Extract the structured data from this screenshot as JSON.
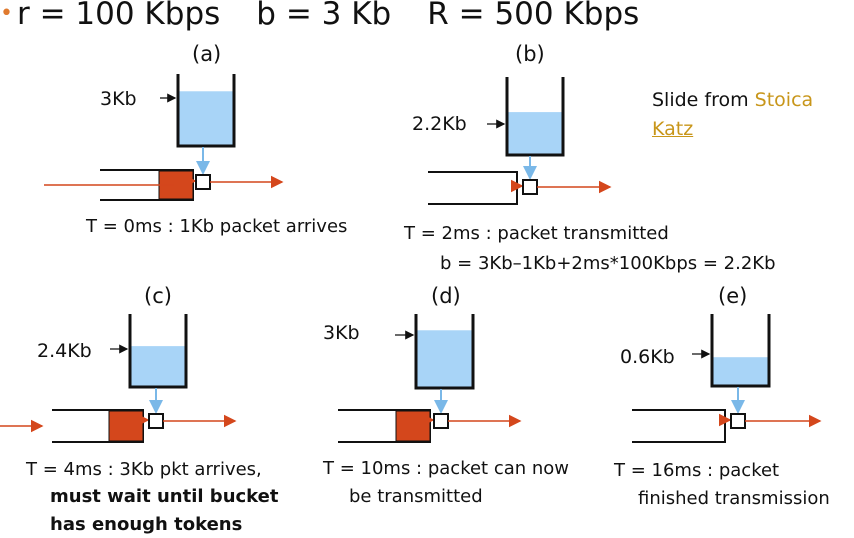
{
  "header": {
    "bullet": "•",
    "r": "r = 100 Kbps",
    "b": "b = 3 Kb",
    "R": "R = 500 Kbps"
  },
  "credit": {
    "prefix": "Slide from ",
    "author1": "Stoica",
    "author2": "Katz"
  },
  "panels": [
    {
      "label": "(a)",
      "level_label": "3Kb",
      "fill_fraction": 0.76,
      "packet_in_queue": true,
      "caption": [
        "T = 0ms : 1Kb packet arrives"
      ]
    },
    {
      "label": "(b)",
      "level_label": "2.2Kb",
      "fill_fraction": 0.55,
      "packet_in_queue": false,
      "caption": [
        "T = 2ms : packet transmitted",
        "b = 3Kb–1Kb+2ms*100Kbps = 2.2Kb"
      ]
    },
    {
      "label": "(c)",
      "level_label": "2.4Kb",
      "fill_fraction": 0.56,
      "packet_in_queue": true,
      "caption": [
        "T = 4ms : 3Kb pkt arrives,",
        "must wait until bucket",
        "has enough tokens"
      ]
    },
    {
      "label": "(d)",
      "level_label": "3Kb",
      "fill_fraction": 0.78,
      "packet_in_queue": true,
      "caption": [
        "T = 10ms : packet can now",
        "be transmitted"
      ]
    },
    {
      "label": "(e)",
      "level_label": "0.6Kb",
      "fill_fraction": 0.4,
      "packet_in_queue": false,
      "caption": [
        "T = 16ms : packet",
        "finished transmission"
      ]
    }
  ],
  "colors": {
    "water": "#a8d4f7",
    "packet": "#d4471c",
    "arrow": "#d4471c",
    "accent_bullet": "#e07a2e",
    "link": "#c8961a"
  }
}
